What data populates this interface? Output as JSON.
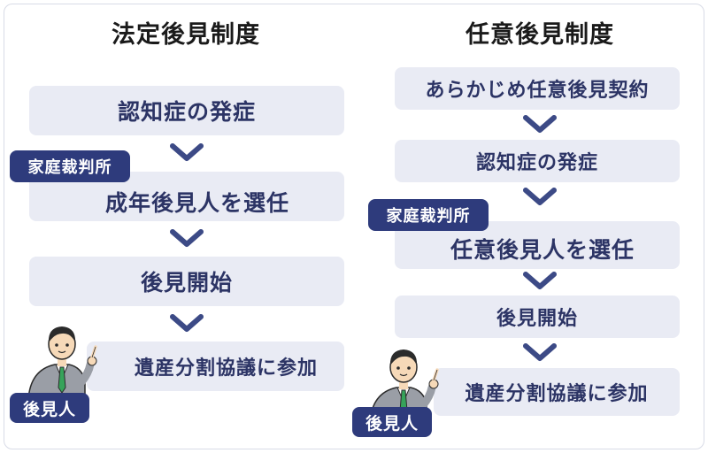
{
  "left": {
    "title": "法定後見制度",
    "steps": [
      "認知症の発症",
      "成年後見人を選任",
      "後見開始",
      "遺産分割協議に参加"
    ],
    "court_label": "家庭裁判所",
    "guardian_label": "後見人"
  },
  "right": {
    "title": "任意後見制度",
    "steps": [
      "あらかじめ任意後見契約",
      "認知症の発症",
      "任意後見人を選任",
      "後見開始",
      "遺産分割協議に参加"
    ],
    "court_label": "家庭裁判所",
    "guardian_label": "後見人"
  },
  "icons": {
    "arrow": "chevron-down-icon",
    "person": "businessman-pointing-icon"
  },
  "colors": {
    "step_bg": "#e9ebf4",
    "step_text": "#2c3465",
    "badge_bg": "#2e3b7c",
    "arrow": "#3c4a86"
  }
}
